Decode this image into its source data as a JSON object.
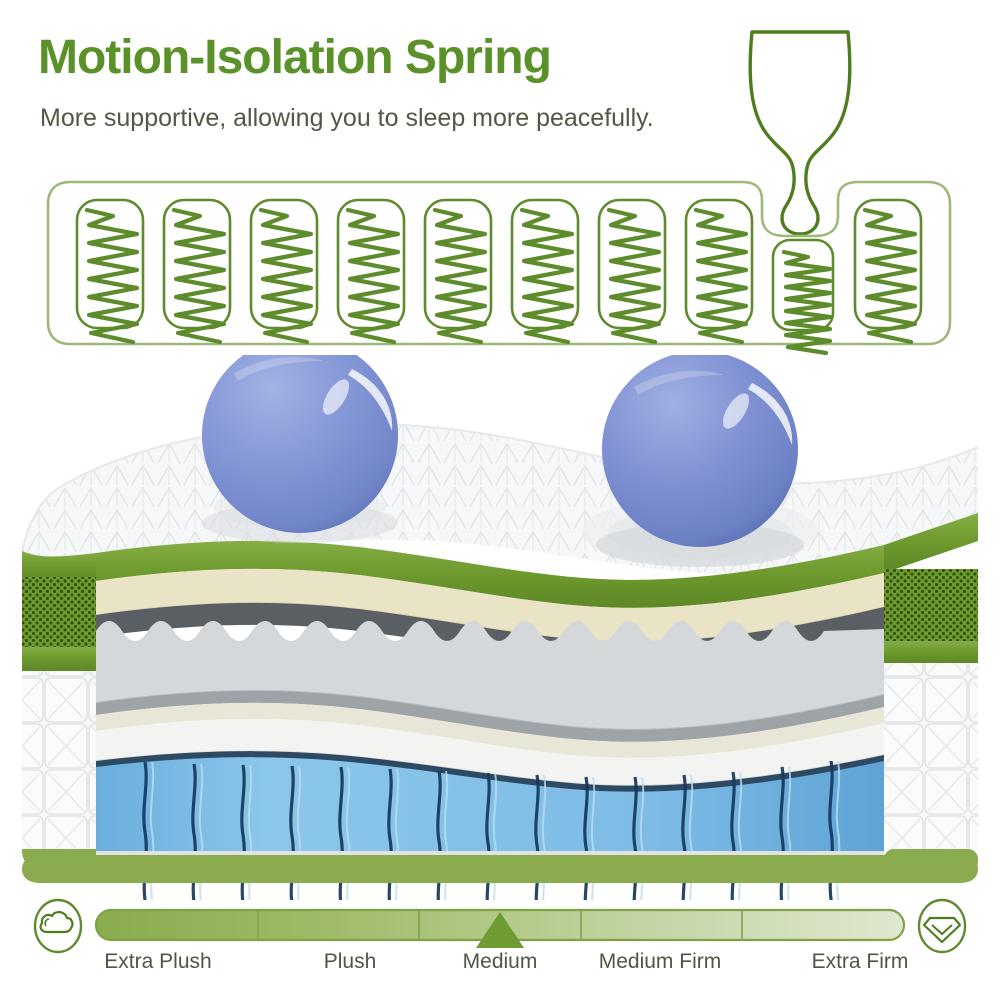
{
  "header": {
    "title": "Motion-Isolation Spring",
    "subtitle": "More supportive, allowing you to sleep more peacefully.",
    "title_color": "#5b9129",
    "subtitle_color": "#4f5a45"
  },
  "icons": {
    "wine_glass": "wine-glass-icon",
    "cloud": "cloud-icon",
    "diamond": "diamond-icon"
  },
  "spring_panel": {
    "outline_color": "#6f9a3e",
    "coil_color": "#5e8c2c",
    "spring_count": 10,
    "compressed_spring_index": 8,
    "springs": [
      {
        "label": "pocket-spring-1",
        "state": "relaxed"
      },
      {
        "label": "pocket-spring-2",
        "state": "relaxed"
      },
      {
        "label": "pocket-spring-3",
        "state": "relaxed"
      },
      {
        "label": "pocket-spring-4",
        "state": "relaxed"
      },
      {
        "label": "pocket-spring-5",
        "state": "relaxed"
      },
      {
        "label": "pocket-spring-6",
        "state": "relaxed"
      },
      {
        "label": "pocket-spring-7",
        "state": "relaxed"
      },
      {
        "label": "pocket-spring-8",
        "state": "relaxed"
      },
      {
        "label": "pocket-spring-9",
        "state": "compressed"
      },
      {
        "label": "pocket-spring-10",
        "state": "relaxed"
      }
    ]
  },
  "mattress": {
    "layers": [
      {
        "name": "quilted-top-cover",
        "color": "#f4f5f6"
      },
      {
        "name": "green-edge-band",
        "color": "#6f9b35"
      },
      {
        "name": "cream-foam-layer",
        "color": "#e8e3c7"
      },
      {
        "name": "wavy-gray-foam-layer",
        "color": "#d2d5d8"
      },
      {
        "name": "gray-transition-layer",
        "color": "#c9ccd0"
      },
      {
        "name": "white-base-layer",
        "color": "#f2f2ef"
      },
      {
        "name": "blue-pocket-coil-layer",
        "color": "#7cbbe4"
      },
      {
        "name": "green-base-trim",
        "color": "#8aab4e"
      }
    ],
    "mesh_band_color": "#5d8a24",
    "coil_count": 16,
    "spheres": [
      {
        "name": "weight-sphere-left",
        "color": "#8195d4",
        "state": "resting"
      },
      {
        "name": "weight-sphere-right",
        "color": "#6d81c4",
        "state": "sinking"
      }
    ]
  },
  "firmness_scale": {
    "labels": [
      "Extra Plush",
      "Plush",
      "Medium",
      "Medium Firm",
      "Extra Firm"
    ],
    "selected": "Medium",
    "selected_index": 2,
    "bar_start_color": "#8aab4e",
    "bar_end_color": "#dce6cc",
    "border_color": "#7fa148",
    "pointer_color": "#6f9b35",
    "label_color": "#4e5645"
  }
}
